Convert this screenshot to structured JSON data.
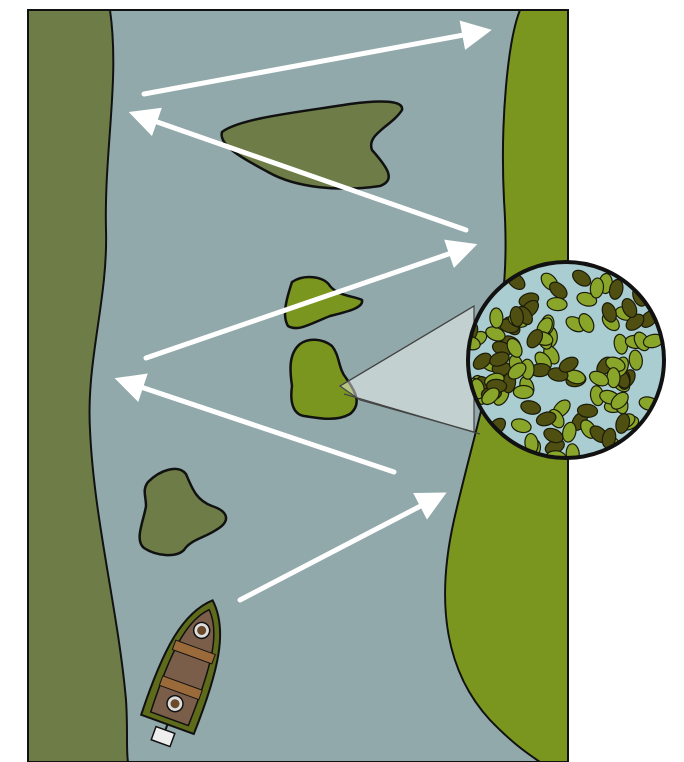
{
  "diagram": {
    "description_elements": [
      "left-bank",
      "right-bank",
      "river",
      "weed-patches",
      "zigzag-path-arrows",
      "boat",
      "magnified-view"
    ],
    "colors": {
      "river": "#91a9aa",
      "left_bank": "#6e7d47",
      "right_bank": "#7a961f",
      "dark_patch": "#6e7d47",
      "bright_patch": "#7a961f",
      "arrow": "#ffffff",
      "outline": "#111111",
      "boat_hull": "#5e6b1a",
      "boat_deck": "#7a5e4a",
      "boat_bench": "#9b6a3a",
      "magnifier_water": "#a9cdd1",
      "particle_light": "#8aa62a",
      "particle_dark": "#4f4f12"
    },
    "icons": [
      "boat-icon",
      "outboard-motor-icon",
      "magnifier-icon",
      "arrow-icon"
    ]
  }
}
